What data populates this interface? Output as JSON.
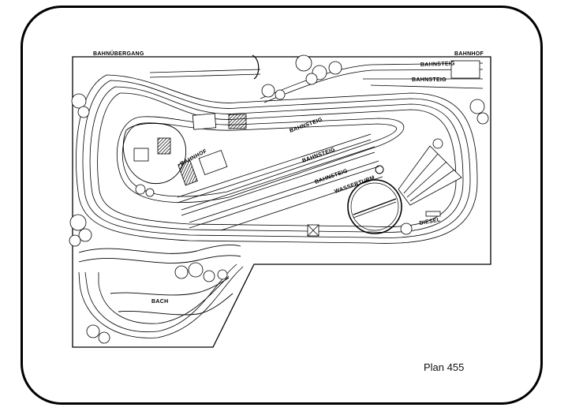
{
  "plan": {
    "caption": "Plan 455",
    "labels": {
      "crossing": "BAHNÜBERGANG",
      "station_top": "BAHNHOF",
      "station_mid": "BAHNHOF",
      "platform_top1": "BAHNSTEIG",
      "platform_top2": "BAHNSTEIG",
      "platform_a": "BAHNSTEIG",
      "platform_b": "BAHNSTEIG",
      "platform_c": "BAHNSTEIG",
      "water_tower": "WASSERTURM",
      "diesel": "DIESEL",
      "creek": "BACH"
    }
  }
}
